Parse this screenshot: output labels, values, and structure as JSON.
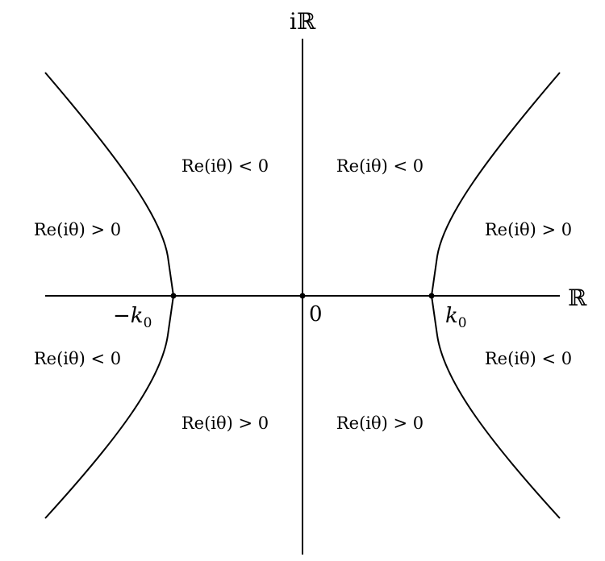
{
  "axes": {
    "real_label": "ℝ",
    "imag_label": "iℝ"
  },
  "points": {
    "origin": "0",
    "neg_k0": {
      "sign": "−",
      "base": "k",
      "sub": "0"
    },
    "pos_k0": {
      "base": "k",
      "sub": "0"
    }
  },
  "regions": {
    "upper_left_inner": "Re(iθ) < 0",
    "upper_right_inner": "Re(iθ) < 0",
    "upper_left_outer": "Re(iθ) > 0",
    "upper_right_outer": "Re(iθ) > 0",
    "lower_left_outer": "Re(iθ) < 0",
    "lower_right_outer": "Re(iθ) < 0",
    "lower_left_inner": "Re(iθ) > 0",
    "lower_right_inner": "Re(iθ) > 0"
  },
  "colors": {
    "stroke": "#000000"
  }
}
